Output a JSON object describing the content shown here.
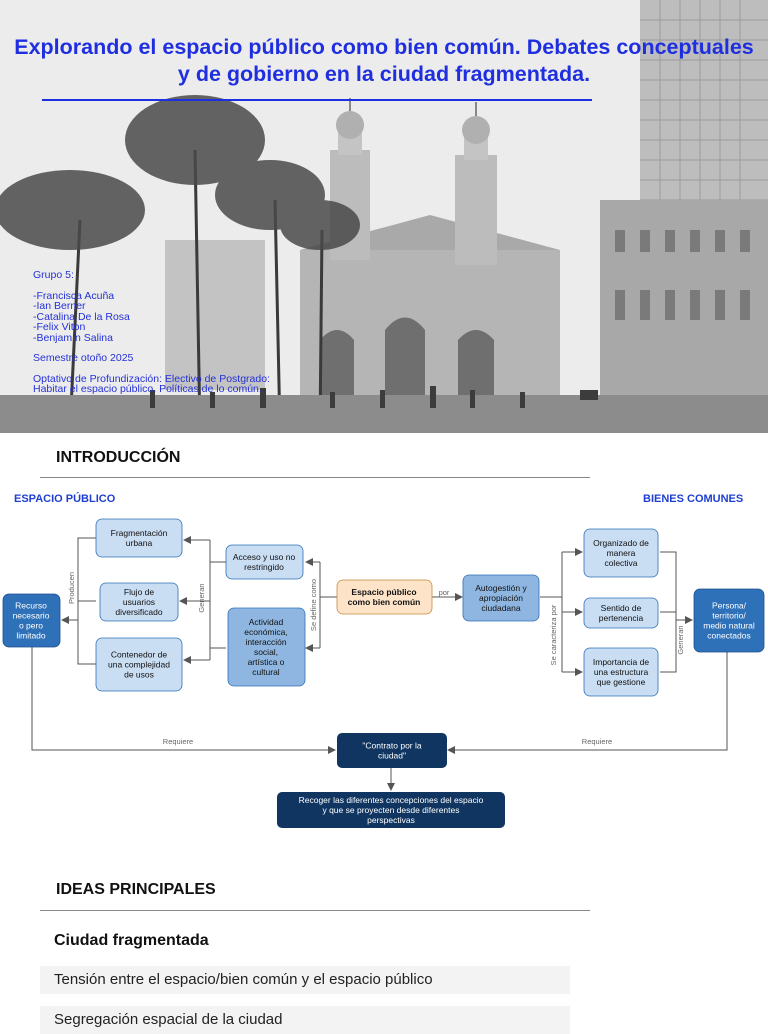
{
  "hero": {
    "title": "Explorando el espacio público como bien común. Debates conceptuales y de gobierno en la ciudad fragmentada.",
    "group_label": "Grupo 5:",
    "members": [
      "-Francisca Acuña",
      "-Ian Berner",
      "-Catalina De la Rosa",
      "-Felix Viton",
      "-Benjamín Salina"
    ],
    "semester": "Semestre otoño 2025",
    "course_line1": "Optativo de Profundización: Electivo de Postgrado:",
    "course_line2": "Habitar el espacio público. Políticas de lo común."
  },
  "intro": {
    "title": "INTRODUCCIÓN",
    "left_label": "ESPACIO PÚBLICO",
    "right_label": "BIENES COMUNES",
    "nodes": {
      "fragmentacion": "Fragmentación urbana",
      "flujo": "Flujo de usuarios diversificado",
      "contenedor": "Contenedor de una complejidad de usos",
      "acceso": "Acceso y uso no restringido",
      "actividad": "Actividad económica, interacción social, artística o cultural",
      "recurso": "Recurso necesario o pero limitado",
      "central": "Espacio público como bien común",
      "autogestion": "Autogestión y apropiación ciudadana",
      "organizado": "Organizado de manera colectiva",
      "sentido": "Sentido de pertenencia",
      "importancia": "Importancia de una estructura que gestione",
      "persona": "Persona/ territorio/ medio natural conectados",
      "contrato": "\"Contrato por la ciudad\"",
      "recoger": "Recoger las diferentes concepciones del espacio y que se proyecten desde diferentes perspectivas"
    },
    "edge_labels": {
      "producen": "Producen",
      "generan_left": "Generan",
      "se_define": "Se define como",
      "por": "por",
      "se_caracteriza": "Se caracteriza por",
      "generan_right": "Generan",
      "requiere_left": "Requiere",
      "requiere_right": "Requiere"
    }
  },
  "ideas": {
    "title": "IDEAS PRINCIPALES",
    "subtitle": "Ciudad fragmentada",
    "items": [
      "Tensión entre el espacio/bien común y el espacio público",
      "Segregación espacial de la ciudad"
    ]
  },
  "colors": {
    "title_blue": "#1f2fe0",
    "node_light": "#c9ddf3",
    "node_mid": "#8fb6e0",
    "node_dark": "#2f71b8",
    "node_navy": "#0f3560",
    "central_fill": "#fde3c8"
  }
}
